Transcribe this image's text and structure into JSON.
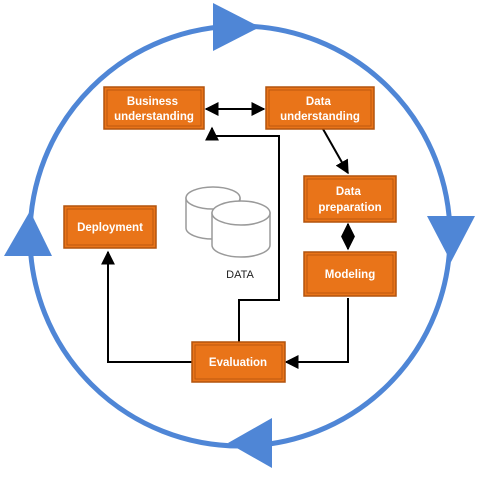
{
  "colors": {
    "cycle": "#4F86D6",
    "box_fill": "#E97419",
    "box_border": "#B2530D",
    "box_text": "#FFFFFF",
    "flow_line": "#000000",
    "db_fill": "#FFFFFF",
    "db_stroke": "#9A9A9A"
  },
  "phases": {
    "business_understanding": [
      "Business",
      "understanding"
    ],
    "data_understanding": [
      "Data",
      "understanding"
    ],
    "data_preparation": [
      "Data",
      "preparation"
    ],
    "modeling": [
      "Modeling"
    ],
    "evaluation": [
      "Evaluation"
    ],
    "deployment": [
      "Deployment"
    ]
  },
  "database": {
    "label": "DATA",
    "icon": "database-icon"
  }
}
